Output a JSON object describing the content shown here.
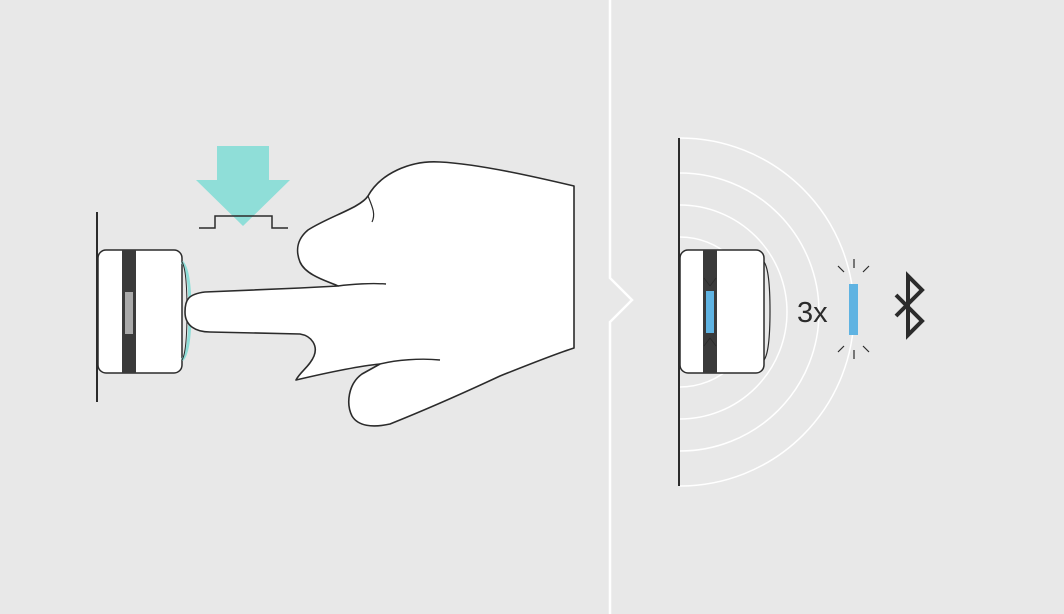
{
  "panels": {
    "left": {
      "step": "press-button",
      "arrow_color": "#8fded8"
    },
    "right": {
      "step": "led-blinks-and-pairs"
    }
  },
  "led": {
    "blink_count_label": "3x",
    "color": "#5fb3e2",
    "state": "blinking"
  },
  "icons": {
    "press_arrow": "down-arrow-icon",
    "button_symbol": "push-button-icon",
    "bluetooth": "bluetooth-icon",
    "signal": "signal-waves-icon"
  },
  "colors": {
    "background": "#e8e8e8",
    "line": "#2b2b2b",
    "divider": "#ffffff",
    "device_body": "#ffffff",
    "device_band": "#3a3a3a"
  }
}
